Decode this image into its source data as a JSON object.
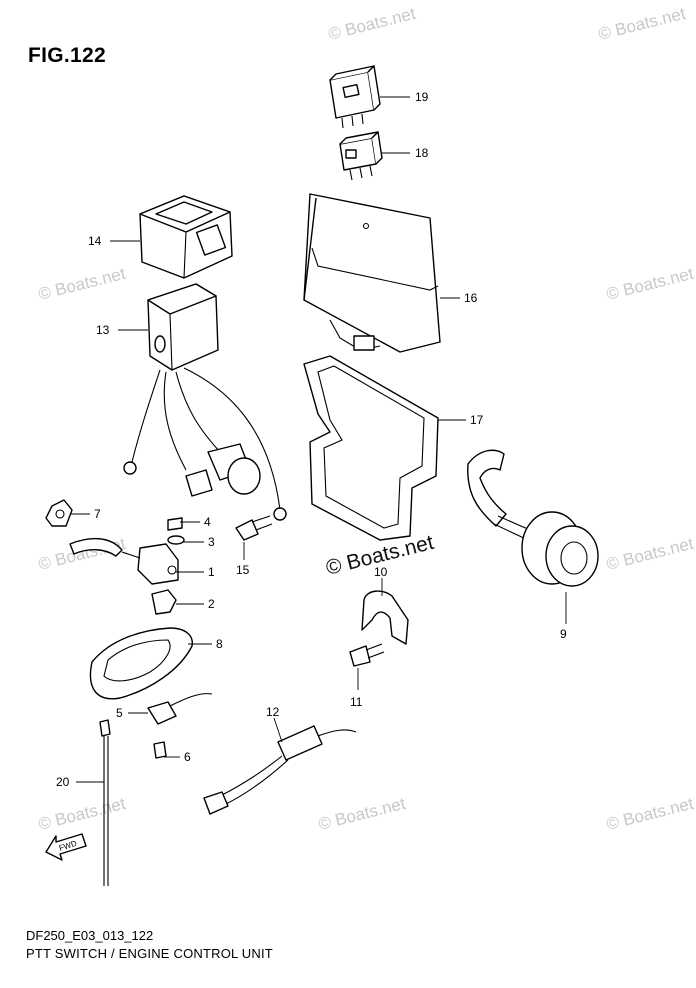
{
  "figure": {
    "title": "FIG.122",
    "code": "DF250_E03_013_122",
    "caption": "PTT SWITCH / ENGINE CONTROL UNIT"
  },
  "watermark": {
    "text": "© Boats.net"
  },
  "direction_arrow": {
    "text": "FWD"
  },
  "callouts": {
    "c1": "1",
    "c2": "2",
    "c3": "3",
    "c4": "4",
    "c5": "5",
    "c6": "6",
    "c7": "7",
    "c8": "8",
    "c9": "9",
    "c10": "10",
    "c11": "11",
    "c12": "12",
    "c13": "13",
    "c14": "14",
    "c15": "15",
    "c16": "16",
    "c17": "17",
    "c18": "18",
    "c19": "19",
    "c20": "20"
  }
}
